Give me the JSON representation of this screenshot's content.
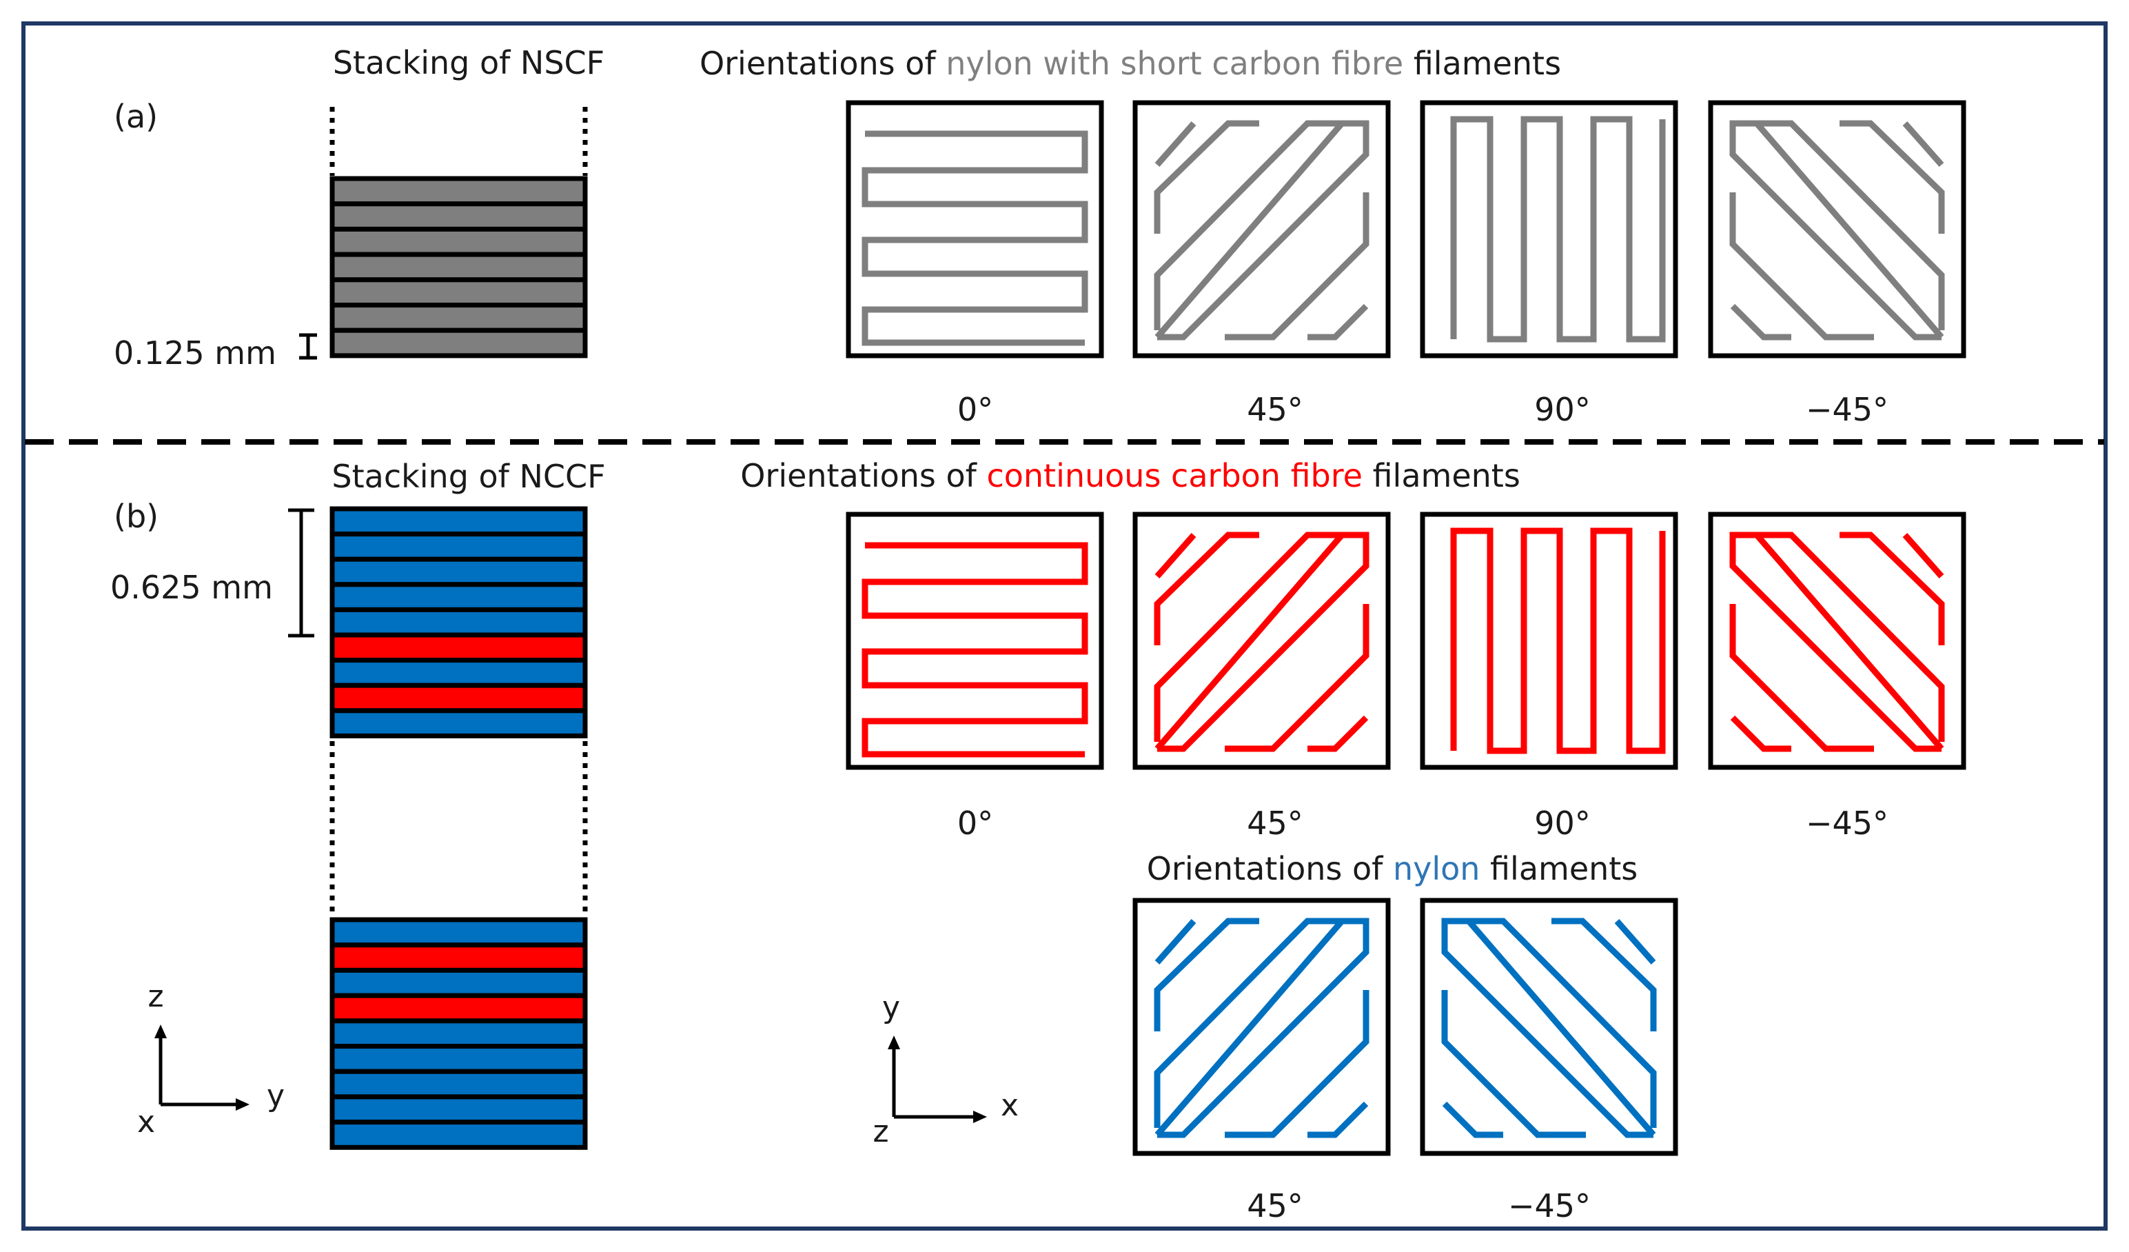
{
  "panel_a": {
    "label": "(a)",
    "stack_title": "Stacking of NSCF",
    "layer_thickness": "0.125 mm",
    "orient_title": {
      "pre": "Orientations of ",
      "highlight": "nylon with short carbon fibre",
      "post": " filaments"
    },
    "angles": [
      "0°",
      "45°",
      "90°",
      "−45°"
    ]
  },
  "panel_b": {
    "label": "(b)",
    "stack_title": "Stacking of NCCF",
    "block_thickness": "0.625 mm",
    "orient_title_ccf": {
      "pre": "Orientations of ",
      "highlight": "continuous carbon fibre",
      "post": " filaments"
    },
    "angles_ccf": [
      "0°",
      "45°",
      "90°",
      "−45°"
    ],
    "orient_title_nylon": {
      "pre": "Orientations of ",
      "highlight": "nylon",
      "post": " filaments"
    },
    "angles_nylon": [
      "45°",
      "−45°"
    ]
  },
  "axes_side": {
    "z": "z",
    "y": "y",
    "x": "x"
  },
  "axes_top": {
    "y": "y",
    "x": "x",
    "z": "z"
  },
  "colors": {
    "frame": "#1f3864",
    "nscf": "#7f7f7f",
    "ccf": "#ff0000",
    "nylon": "#0070c0",
    "nylon_text": "#2e75b6",
    "title_gray": "#808080"
  }
}
